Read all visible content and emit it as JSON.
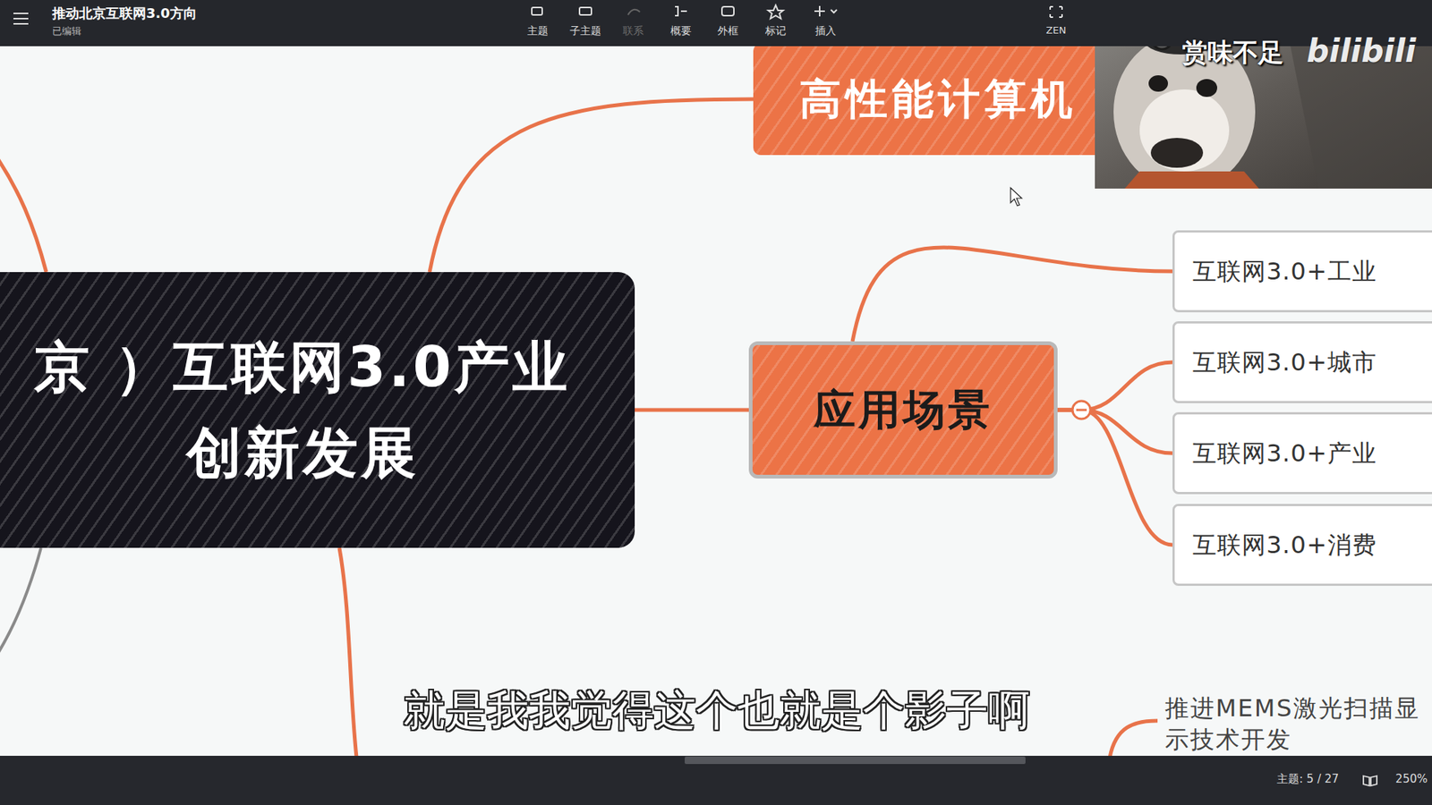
{
  "diagram": {
    "nodes": [
      {
        "text": [
          "京 ）互联网3.0产业",
          "创新发展"
        ]
      },
      {
        "text": [
          "高性能计算机"
        ]
      },
      {
        "text": [
          "应用场景"
        ]
      },
      {
        "text": [
          "互联网3.0+工业"
        ]
      },
      {
        "text": [
          "互联网3.0+城市"
        ]
      },
      {
        "text": [
          "互联网3.0+产业"
        ]
      },
      {
        "text": [
          "互联网3.0+消费"
        ]
      },
      {
        "text": [
          "推进MEMS激光扫描显示技术开发"
        ]
      }
    ],
    "edges": [
      {
        "from": 0,
        "to": 1,
        "arrow": "none"
      },
      {
        "from": 0,
        "to": 2,
        "arrow": "none"
      },
      {
        "from": 2,
        "to": 3,
        "arrow": "none"
      },
      {
        "from": 2,
        "to": 4,
        "arrow": "none"
      },
      {
        "from": 2,
        "to": 5,
        "arrow": "none"
      },
      {
        "from": 2,
        "to": 6,
        "arrow": "none"
      }
    ],
    "labels": [
      "推动北京互联网3.0方向",
      "已编辑",
      "主题",
      "子主题",
      "联系",
      "概要",
      "外框",
      "标记",
      "插入",
      "ZEN",
      "赏味不足",
      "bilibili",
      "就是我我觉得这个也就是个影子啊",
      "主题: 5 / 27",
      "250%"
    ]
  }
}
